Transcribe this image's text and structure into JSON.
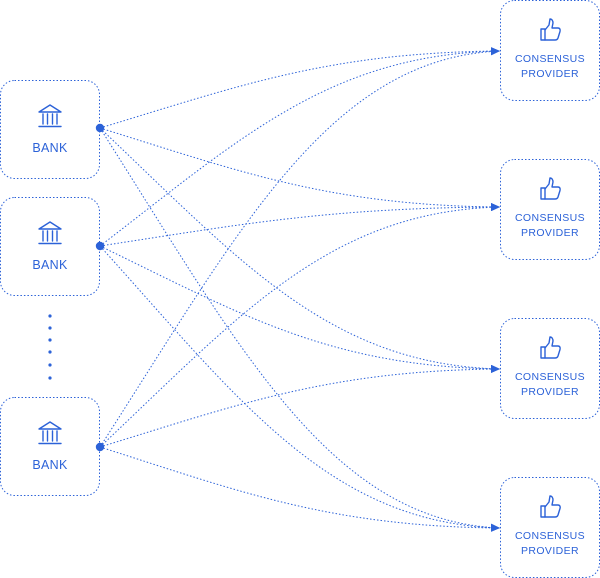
{
  "colors": {
    "accent": "#2c62d8",
    "background": "#ffffff"
  },
  "banks": [
    {
      "label": "BANK",
      "icon": "bank-icon"
    },
    {
      "label": "BANK",
      "icon": "bank-icon"
    },
    {
      "label": "BANK",
      "icon": "bank-icon"
    }
  ],
  "providers": [
    {
      "line1": "CONSENSUS",
      "line2": "PROVIDER",
      "icon": "thumbs-up-icon"
    },
    {
      "line1": "CONSENSUS",
      "line2": "PROVIDER",
      "icon": "thumbs-up-icon"
    },
    {
      "line1": "CONSENSUS",
      "line2": "PROVIDER",
      "icon": "thumbs-up-icon"
    },
    {
      "line1": "CONSENSUS",
      "line2": "PROVIDER",
      "icon": "thumbs-up-icon"
    }
  ],
  "connections": "all-to-all",
  "bank_ellipsis": true
}
